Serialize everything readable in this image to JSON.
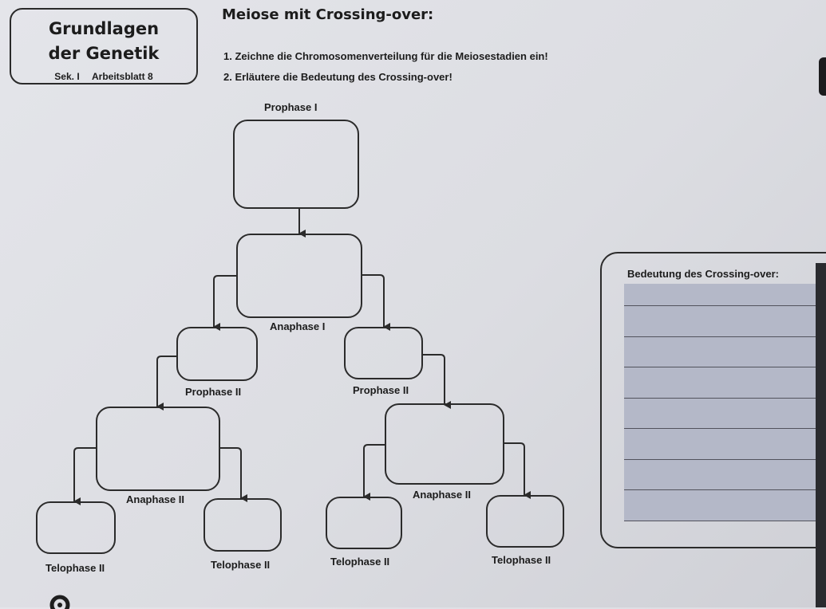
{
  "header": {
    "title_line1": "Grundlagen",
    "title_line2": "der Genetik",
    "level": "Sek. I",
    "sheet": "Arbeitsblatt 8"
  },
  "main_title": "Meiose mit Crossing-over:",
  "tasks": [
    "1. Zeichne die Chromosomenverteilung für die Meiosestadien ein!",
    "2. Erläutere die Bedeutung des Crossing-over!"
  ],
  "stages": {
    "prophase1": "Prophase I",
    "anaphase1": "Anaphase I",
    "prophase2_left": "Prophase II",
    "prophase2_right": "Prophase II",
    "anaphase2_left": "Anaphase II",
    "anaphase2_right": "Anaphase II",
    "telophase2_1": "Telophase II",
    "telophase2_2": "Telophase II",
    "telophase2_3": "Telophase II",
    "telophase2_4": "Telophase II"
  },
  "answer": {
    "heading": "Bedeutung des Crossing-over:",
    "line_count": 8
  },
  "colors": {
    "line": "#2b2b2b",
    "answer_fill": "#b4b8c8"
  }
}
